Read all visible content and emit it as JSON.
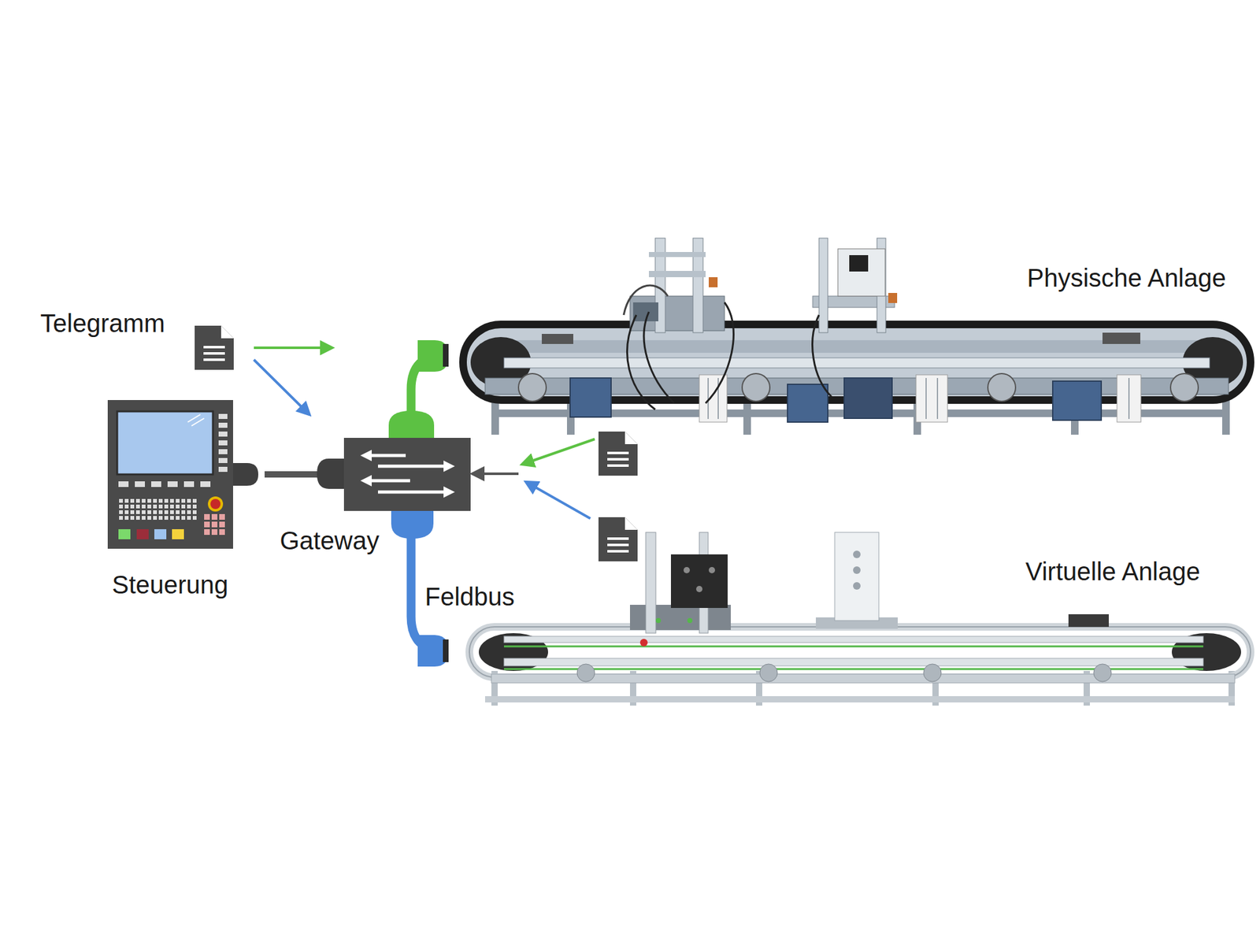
{
  "diagram": {
    "nodes": [
      {
        "text": [
          "Steuerung"
        ]
      },
      {
        "text": [
          "Gateway"
        ]
      },
      {
        "text": [
          "Physische Anlage"
        ]
      },
      {
        "text": [
          "Virtuelle Anlage"
        ]
      }
    ],
    "edges": [
      {
        "from": 0,
        "to": 1,
        "arrow": "none"
      },
      {
        "from": 1,
        "to": 2,
        "arrow": "none"
      },
      {
        "from": 1,
        "to": 3,
        "label": "Feldbus",
        "arrow": "none"
      }
    ],
    "labels": [
      "Telegramm"
    ]
  }
}
